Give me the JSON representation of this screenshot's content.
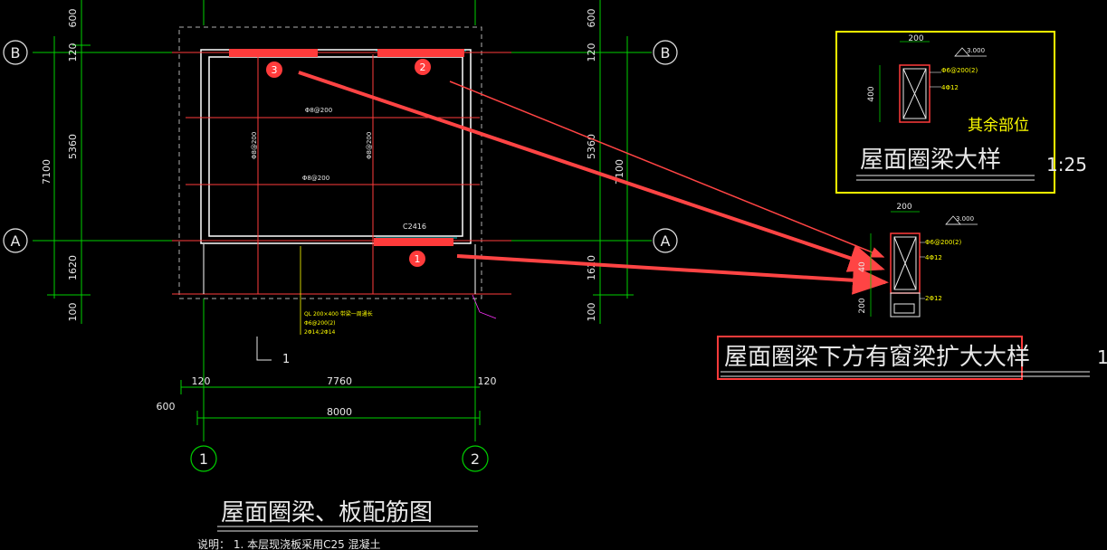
{
  "plan": {
    "axis_labels": {
      "b": "B",
      "a": "A",
      "one": "1",
      "two": "2"
    },
    "dims_left": {
      "top": "600",
      "top_b": "120",
      "mid": "5360",
      "total": "7100",
      "bottom_a": "1620",
      "bottom": "100"
    },
    "dims_right": {
      "top": "600",
      "top_b": "120",
      "mid": "5360",
      "total": "7100",
      "bottom_a": "1620",
      "bottom": "100"
    },
    "dims_bottom": {
      "left_offset": "120",
      "span": "7760",
      "right_offset": "120",
      "total": "8000",
      "left_margin": "600"
    },
    "rebar_h1": "Φ8@200",
    "rebar_h2": "Φ8@200",
    "rebar_v1": "Φ8@200",
    "rebar_v2": "Φ8@200",
    "window_beam": "C2416",
    "ql_note_1": "QL 200×400 带梁一周通长",
    "ql_note_2": "Φ6@200(2)",
    "ql_note_3": "2Φ14;2Φ14",
    "section_marker": "1",
    "title": "屋面圈梁、板配筋图",
    "note": "说明：  1. 本层现浇板采用C25 混凝土"
  },
  "markers": [
    {
      "id": "marker-1",
      "label": "1"
    },
    {
      "id": "marker-2",
      "label": "2"
    },
    {
      "id": "marker-3",
      "label": "3"
    }
  ],
  "detail_top": {
    "width_dim": "200",
    "height_dim": "400",
    "elevation": "3.000",
    "stirrup": "Φ6@200(2)",
    "bars": "4Φ12",
    "title": "屋面圈梁大样",
    "scale": "1:25",
    "callout": "其余部位"
  },
  "detail_bottom": {
    "width_dim": "200",
    "height_dim": "40",
    "lower_dim": "200",
    "elevation": "3.000",
    "stirrup": "Φ6@200(2)",
    "bars": "4Φ12",
    "lintel_bars": "2Φ12",
    "title": "屋面圈梁下方有窗梁扩大大样",
    "scale": "1"
  },
  "colors": {
    "background": "#000000",
    "axis": "#00d000",
    "dim": "#e8e8e8",
    "red": "#ff3b3b",
    "highlight": "#ffff00",
    "cyan": "#00c8c8",
    "wall": "#ffffff"
  }
}
